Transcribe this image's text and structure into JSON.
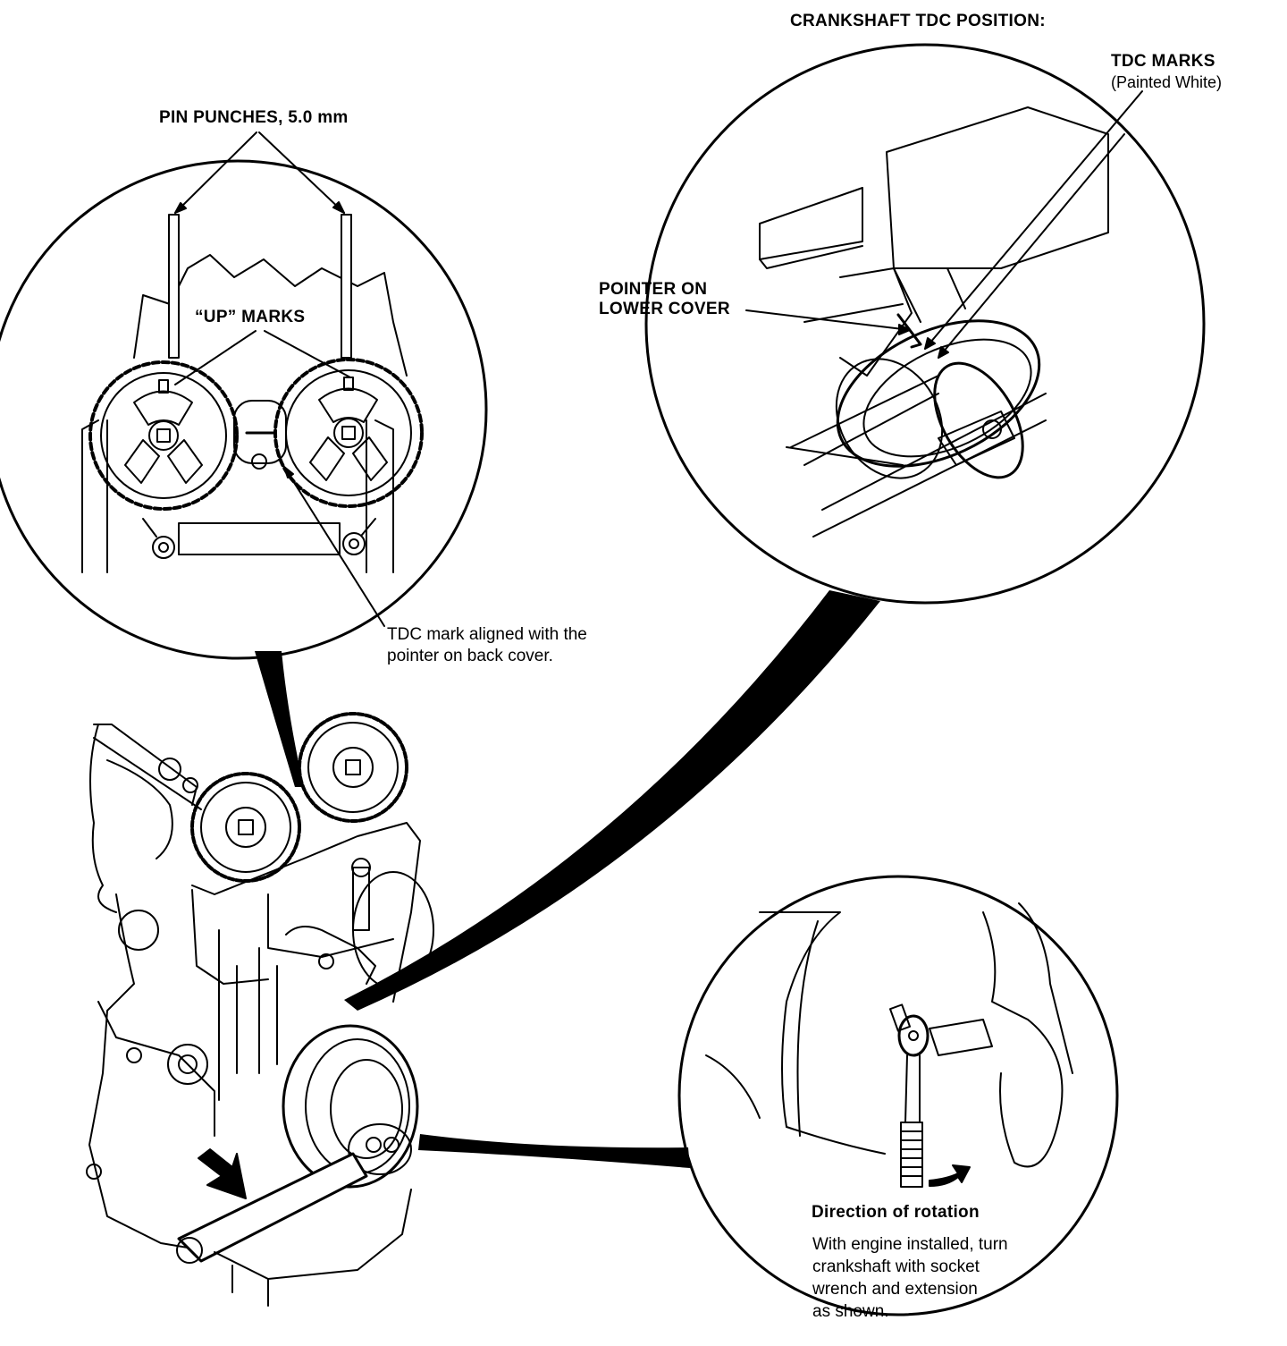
{
  "labels": {
    "pin_punches": "PIN PUNCHES, 5.0 mm",
    "up_marks": "“UP” MARKS",
    "tdc_back_line1": "TDC mark aligned with the",
    "tdc_back_line2": "pointer on back cover.",
    "crankshaft_title": "CRANKSHAFT TDC POSITION:",
    "tdc_marks": "TDC MARKS",
    "painted_white": "(Painted White)",
    "pointer_line1": "POINTER ON",
    "pointer_line2": "LOWER COVER",
    "direction_title": "Direction of rotation",
    "direction_line1": "With engine installed, turn",
    "direction_line2": "crankshaft with socket",
    "direction_line3": "wrench and extension",
    "direction_line4": "as shown."
  },
  "colors": {
    "ink": "#000000",
    "paper": "#ffffff"
  }
}
